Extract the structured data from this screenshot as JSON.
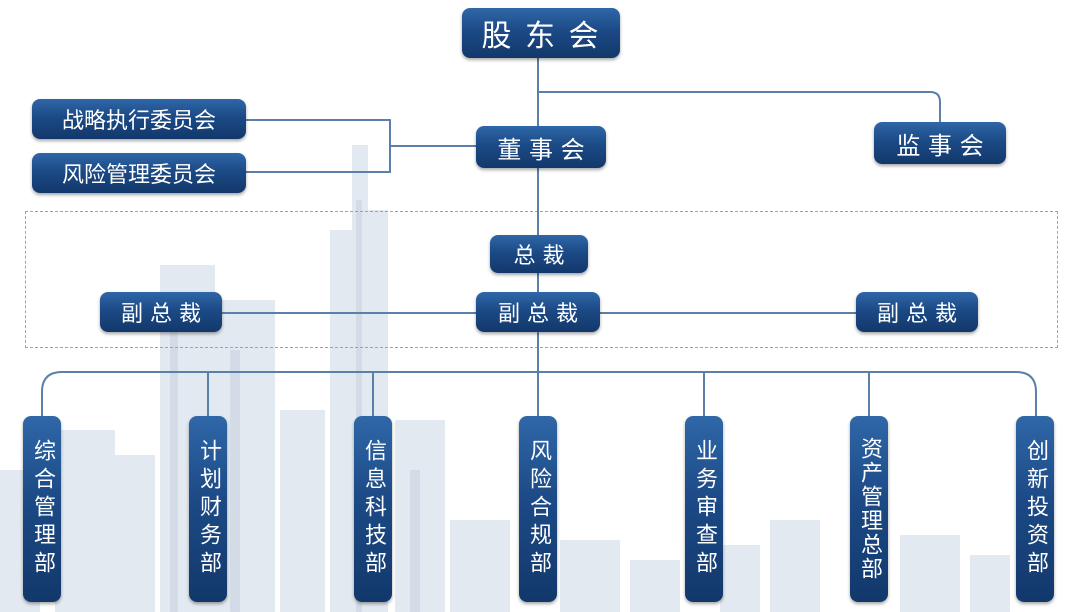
{
  "org_chart": {
    "shareholders_meeting": "股 东 会",
    "board_of_directors": "董 事 会",
    "board_of_supervisors": "监 事 会",
    "strategy_committee": "战略执行委员会",
    "risk_committee": "风险管理委员会",
    "president": "总  裁",
    "vice_presidents": [
      "副 总 裁",
      "副 总 裁",
      "副 总 裁"
    ],
    "departments": [
      "综合管理部",
      "计划财务部",
      "信息科技部",
      "风险合规部",
      "业务审查部",
      "资产管理总部",
      "创新投资部"
    ]
  },
  "colors": {
    "box_fill": "#1c4a86",
    "connector": "#5a7fa8",
    "dashed_border": "#8da6c2"
  }
}
